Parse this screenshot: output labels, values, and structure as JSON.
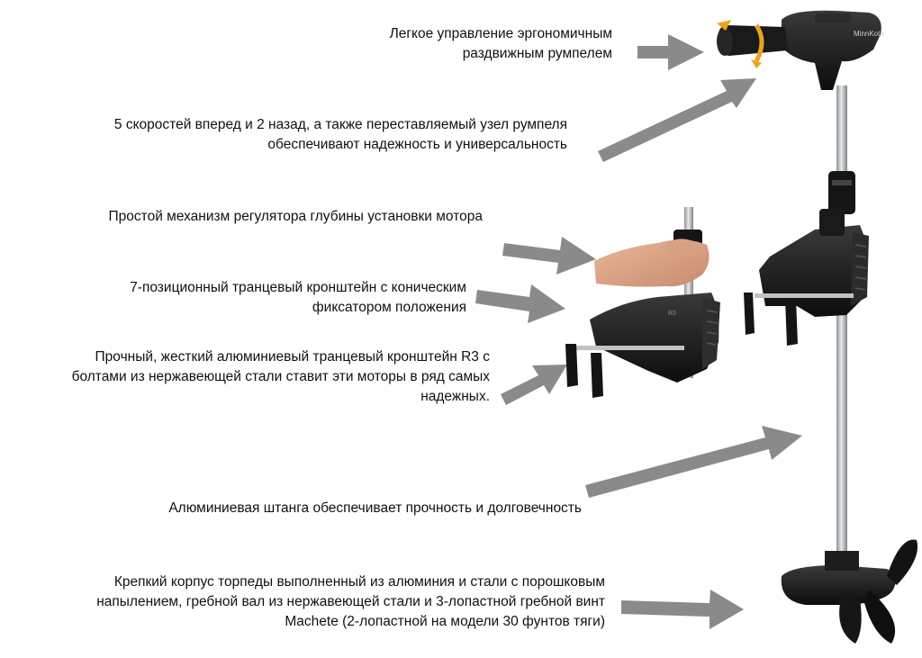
{
  "product": {
    "brand_mark": "MinnKota",
    "bracket_code": "R3"
  },
  "callouts": [
    {
      "id": "tiller",
      "lines": [
        "Легкое управление эргономичным",
        "раздвижным румпелем"
      ]
    },
    {
      "id": "speeds",
      "lines": [
        "5 скоростей вперед и 2 назад, а также переставляемый узел румпеля",
        "обеспечивают надежность и универсальность"
      ]
    },
    {
      "id": "depth",
      "lines": [
        "Простой механизм регулятора глубины установки мотора"
      ]
    },
    {
      "id": "bracket7",
      "lines": [
        "7-позиционный транцевый кронштейн с коническим",
        "фиксатором положения"
      ]
    },
    {
      "id": "bracketR3",
      "lines": [
        "Прочный, жесткий алюминиевый транцевый кронштейн R3 с",
        "болтами из нержавеющей стали ставит эти моторы в ряд самых",
        "надежных."
      ]
    },
    {
      "id": "shaft",
      "lines": [
        "Алюминиевая штанга обеспечивает прочность и долговечность"
      ]
    },
    {
      "id": "torpedo",
      "lines": [
        "Крепкий корпус торпеды выполненный из алюминия и стали с порошковым",
        "напылением, гребной вал из нержавеющей стали и 3-лопастной гребной винт",
        "Machete (2-лопастной на модели 30 фунтов тяги)"
      ]
    }
  ],
  "colors": {
    "arrow": "#8a8a8a",
    "motor_body": "#1c1c1c",
    "shaft": "#b9bdc0",
    "accent": "#e8a41c"
  }
}
